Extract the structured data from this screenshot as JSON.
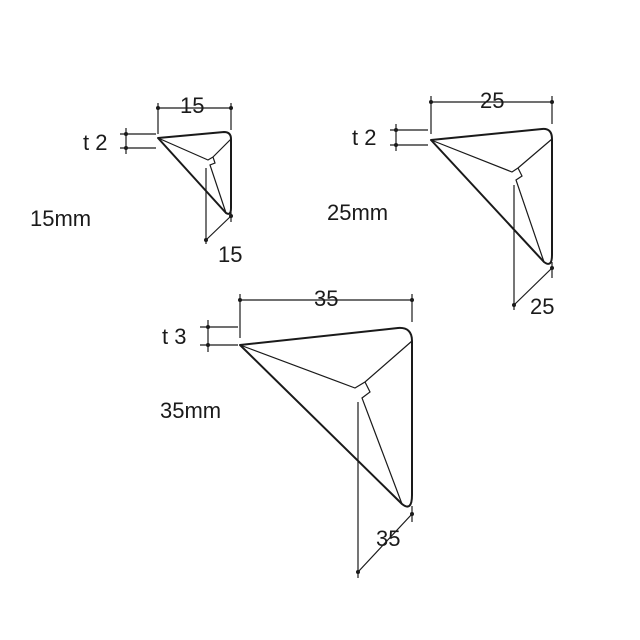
{
  "corners": [
    {
      "size_label": "15mm",
      "width_label": "15",
      "thickness_label": "t 2",
      "depth_label": "15"
    },
    {
      "size_label": "25mm",
      "width_label": "25",
      "thickness_label": "t 2",
      "depth_label": "25"
    },
    {
      "size_label": "35mm",
      "width_label": "35",
      "thickness_label": "t 3",
      "depth_label": "35"
    }
  ],
  "colors": {
    "line": "#1a1a1a",
    "background": "#ffffff"
  }
}
